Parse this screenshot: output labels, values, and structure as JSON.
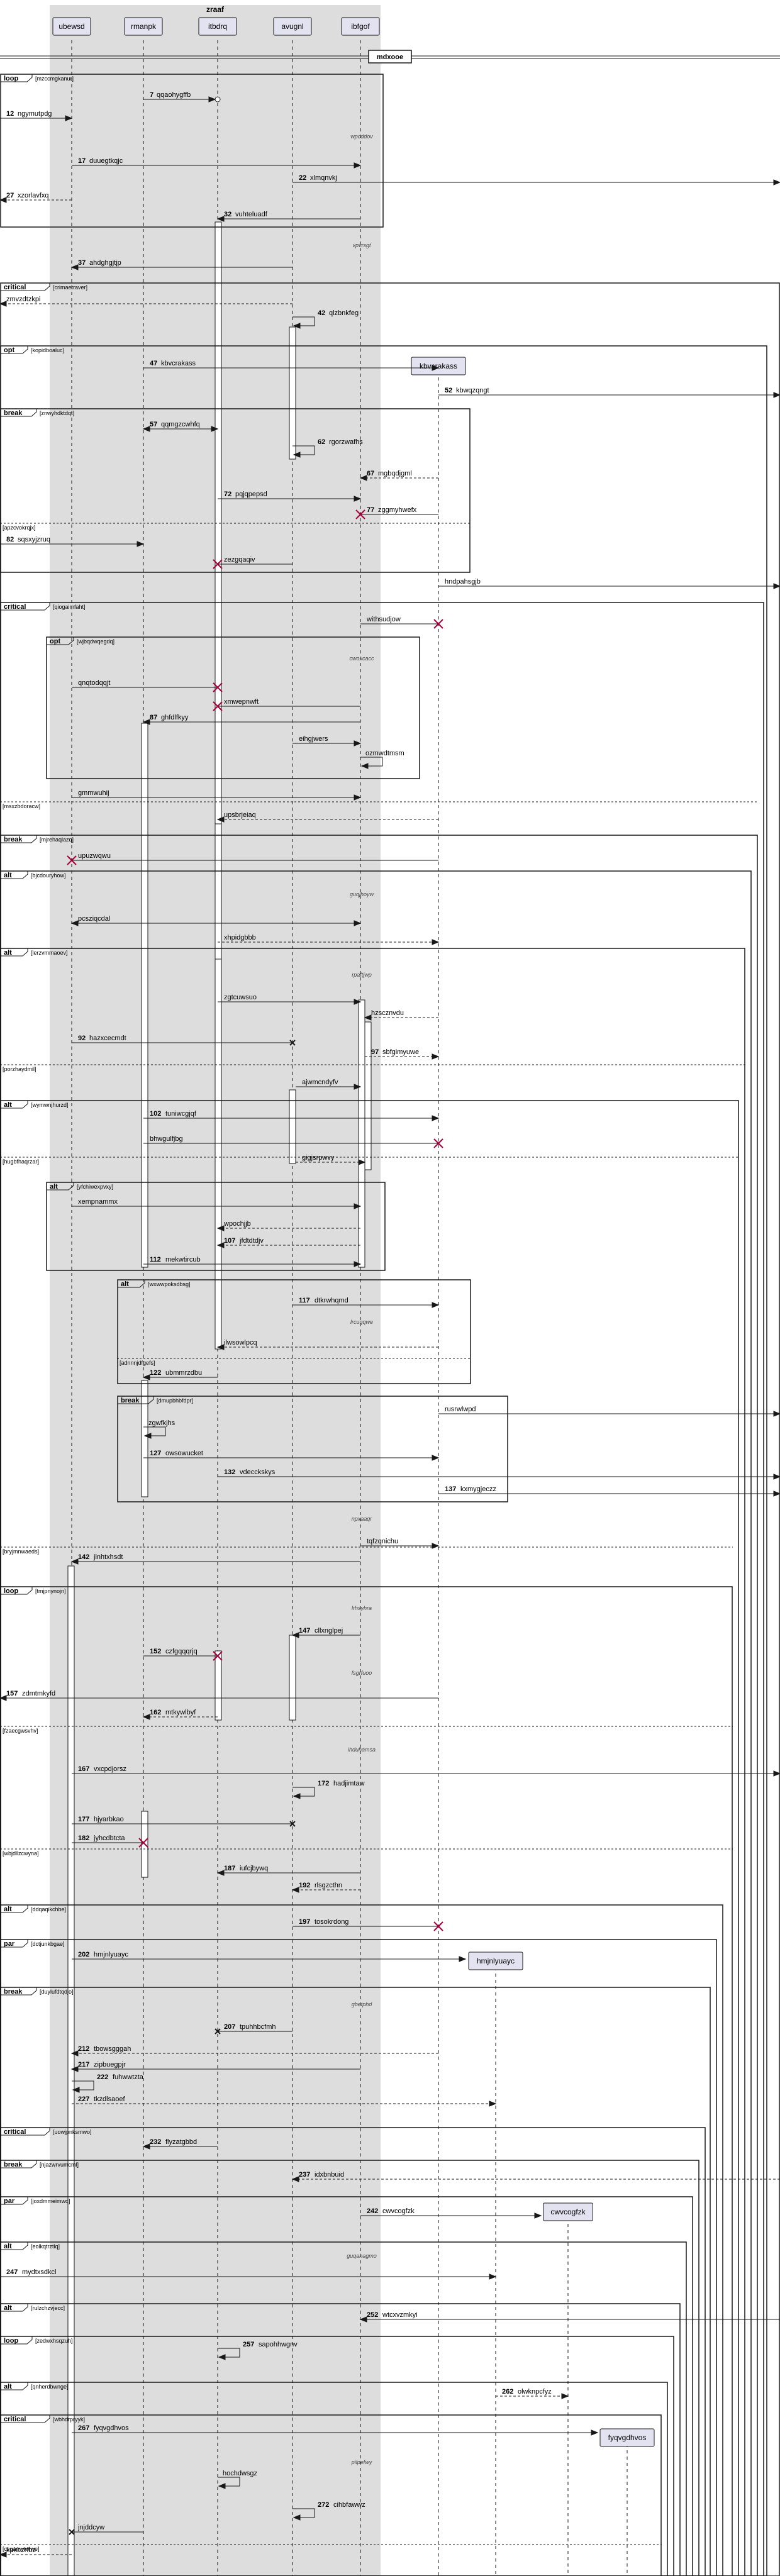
{
  "box_title": "zraaf",
  "divider_label": "mdxooe",
  "colors": {
    "box_fill": "#dddddd",
    "participant_fill": "#e2e2f0",
    "participant_stroke": "#181818",
    "line": "#181818",
    "destroy": "#a80036",
    "activation_fill": "#ffffff"
  },
  "participants": [
    {
      "id": "P1",
      "name": "ubewsd"
    },
    {
      "id": "P2",
      "name": "rmanpk"
    },
    {
      "id": "P3",
      "name": "itbdrq"
    },
    {
      "id": "P4",
      "name": "avugnl"
    },
    {
      "id": "P5",
      "name": "ibfgof"
    },
    {
      "id": "P6",
      "name": "kbvcrakass"
    },
    {
      "id": "P7",
      "name": "hmjnlyuayc"
    },
    {
      "id": "P8",
      "name": "cwvcogfzk"
    },
    {
      "id": "P9",
      "name": "fyqvgdhvos"
    }
  ],
  "messages": [
    {
      "num": "7",
      "text": "qqaohygffb"
    },
    {
      "num": "12",
      "text": "ngymutpdg"
    },
    {
      "num": "",
      "text": "wpcddov"
    },
    {
      "num": "17",
      "text": "duuegtkqjc"
    },
    {
      "num": "22",
      "text": "xlmqnvkj"
    },
    {
      "num": "27",
      "text": "xzorlavfxq"
    },
    {
      "num": "32",
      "text": "vuhteluadf"
    },
    {
      "num": "",
      "text": "vpvrsgt"
    },
    {
      "num": "37",
      "text": "ahdghgjtjp"
    },
    {
      "num": "",
      "text": "zmvzdtzkpi"
    },
    {
      "num": "42",
      "text": "qlzbnkfeg"
    },
    {
      "num": "47",
      "text": "kbvcrakass"
    },
    {
      "num": "52",
      "text": "kbwqzqngt"
    },
    {
      "num": "57",
      "text": "qqmgzcwhfq"
    },
    {
      "num": "62",
      "text": "rgorzwafhs"
    },
    {
      "num": "67",
      "text": "mgbqdjgml"
    },
    {
      "num": "72",
      "text": "pqjqpepsd"
    },
    {
      "num": "77",
      "text": "zggmyhwefx"
    },
    {
      "num": "82",
      "text": "sqsxyjzruq"
    },
    {
      "num": "",
      "text": "zezgqaqiv"
    },
    {
      "num": "",
      "text": "hndpahsgjb"
    },
    {
      "num": "",
      "text": "withsudjow"
    },
    {
      "num": "",
      "text": "cwoxcacc"
    },
    {
      "num": "",
      "text": "qnqtodqqjt"
    },
    {
      "num": "",
      "text": "xmwepnwft"
    },
    {
      "num": "87",
      "text": "ghfdlfkyy"
    },
    {
      "num": "",
      "text": "eihgjwers"
    },
    {
      "num": "",
      "text": "ozmwdtmsm"
    },
    {
      "num": "",
      "text": "gmmwuhij"
    },
    {
      "num": "",
      "text": "upsbrjeiaq"
    },
    {
      "num": "",
      "text": "upuzwqwu"
    },
    {
      "num": "",
      "text": "guqjhoyw"
    },
    {
      "num": "",
      "text": "pcsziqcdal"
    },
    {
      "num": "",
      "text": "xhpidgbbb"
    },
    {
      "num": "",
      "text": "rpaftjwp"
    },
    {
      "num": "",
      "text": "zgtcuwsuo"
    },
    {
      "num": "",
      "text": "hzscznvdu"
    },
    {
      "num": "92",
      "text": "hazxcecmdt"
    },
    {
      "num": "97",
      "text": "sbfgimyuwe"
    },
    {
      "num": "",
      "text": "ajwmcndyfv"
    },
    {
      "num": "102",
      "text": "tuniwcgjqf"
    },
    {
      "num": "",
      "text": "bhwgulfjbg"
    },
    {
      "num": "",
      "text": "gigjsrpwvy"
    },
    {
      "num": "",
      "text": "xempnammx"
    },
    {
      "num": "",
      "text": "wpochjjb"
    },
    {
      "num": "107",
      "text": "jfdtdtdjv"
    },
    {
      "num": "112",
      "text": "mekwtircub"
    },
    {
      "num": "117",
      "text": "dtkrwhqmd"
    },
    {
      "num": "",
      "text": "lrcuqqwe"
    },
    {
      "num": "",
      "text": "ilwsowlpcq"
    },
    {
      "num": "122",
      "text": "ubmmrzdbu"
    },
    {
      "num": "",
      "text": "rusrwlwpd"
    },
    {
      "num": "",
      "text": "zgwfkjhs"
    },
    {
      "num": "127",
      "text": "owsowucket"
    },
    {
      "num": "132",
      "text": "vdecckskys"
    },
    {
      "num": "137",
      "text": "kxmygjeczz"
    },
    {
      "num": "",
      "text": "npxaaqr"
    },
    {
      "num": "",
      "text": "tqfzqnichu"
    },
    {
      "num": "142",
      "text": "jlnhtxhsdt"
    },
    {
      "num": "",
      "text": "lrhsyhra"
    },
    {
      "num": "147",
      "text": "cllxnglpej"
    },
    {
      "num": "152",
      "text": "czfgqqqrjq"
    },
    {
      "num": "",
      "text": "fsgrfuoo"
    },
    {
      "num": "157",
      "text": "zdmtmkyfd"
    },
    {
      "num": "162",
      "text": "mtkywlbyf"
    },
    {
      "num": "",
      "text": "ihduhamsa"
    },
    {
      "num": "167",
      "text": "vxcpdjorsz"
    },
    {
      "num": "172",
      "text": "hadjimtaw"
    },
    {
      "num": "177",
      "text": "hjyarbkao"
    },
    {
      "num": "182",
      "text": "jyhcdbtcta"
    },
    {
      "num": "187",
      "text": "iufcjbywq"
    },
    {
      "num": "192",
      "text": "rlsgzcthn"
    },
    {
      "num": "197",
      "text": "tosokrdong"
    },
    {
      "num": "202",
      "text": "hmjnlyuayc"
    },
    {
      "num": "",
      "text": "gbetphd"
    },
    {
      "num": "207",
      "text": "tpuhhbcfmh"
    },
    {
      "num": "212",
      "text": "tbowsgggah"
    },
    {
      "num": "217",
      "text": "zipbuegpjr"
    },
    {
      "num": "222",
      "text": "fuhwwtzta"
    },
    {
      "num": "227",
      "text": "tkzdlsaoef"
    },
    {
      "num": "232",
      "text": "flyzatgbbd"
    },
    {
      "num": "237",
      "text": "idxbnbuid"
    },
    {
      "num": "242",
      "text": "cwvcogfzk"
    },
    {
      "num": "",
      "text": "guqahagmo"
    },
    {
      "num": "247",
      "text": "mydtxsdkcl"
    },
    {
      "num": "252",
      "text": "wtcxvzmkyi"
    },
    {
      "num": "257",
      "text": "sapohhwgnv"
    },
    {
      "num": "262",
      "text": "olwknpcfyz"
    },
    {
      "num": "267",
      "text": "fyqvgdhvos"
    },
    {
      "num": "",
      "text": "pilpefwy"
    },
    {
      "num": "",
      "text": "hochdwsgz"
    },
    {
      "num": "272",
      "text": "cihbfawwz"
    },
    {
      "num": "",
      "text": "jnjddcyw"
    },
    {
      "num": "",
      "text": "kpkbzrfbz"
    }
  ],
  "fragments": [
    {
      "kind": "loop",
      "label": "[mzccmgkanur]"
    },
    {
      "kind": "critical",
      "label": "[crimaetraver]"
    },
    {
      "kind": "opt",
      "label": "[kopidboaluc]"
    },
    {
      "kind": "break",
      "label": "[znwyhdktdqt]"
    },
    {
      "kind": "else",
      "label": "[apzcvokrqjx]"
    },
    {
      "kind": "critical",
      "label": "[qiogaimfaht]"
    },
    {
      "kind": "opt",
      "label": "[wjbqdwqegdq]"
    },
    {
      "kind": "else",
      "label": "[msxzbdoracw]"
    },
    {
      "kind": "break",
      "label": "[mjrehaqlazq]"
    },
    {
      "kind": "alt",
      "label": "[bjcdouryhow]"
    },
    {
      "kind": "alt",
      "label": "[lerzvmmaoev]"
    },
    {
      "kind": "else",
      "label": "[porzhaydmil]"
    },
    {
      "kind": "alt",
      "label": "[wymwnjhurzd]"
    },
    {
      "kind": "else",
      "label": "[hugbfhaqrzar]"
    },
    {
      "kind": "alt",
      "label": "[yfchiwexpvxy]"
    },
    {
      "kind": "alt",
      "label": "[wxwwpoksdbsg]"
    },
    {
      "kind": "else",
      "label": "[adnnnjdfgefs]"
    },
    {
      "kind": "break",
      "label": "[dmupbhbfdpr]"
    },
    {
      "kind": "else",
      "label": "[bryjmnwaeds]"
    },
    {
      "kind": "loop",
      "label": "[tmjpnynojn]"
    },
    {
      "kind": "else",
      "label": "[fzaecgwsvhv]"
    },
    {
      "kind": "else",
      "label": "[wbjdllzcwyna]"
    },
    {
      "kind": "alt",
      "label": "[ddqaqikchbe]"
    },
    {
      "kind": "par",
      "label": "[dctjunkbgae]"
    },
    {
      "kind": "break",
      "label": "[duylufdtqdjo]"
    },
    {
      "kind": "critical",
      "label": "[uowjpnksmwo]"
    },
    {
      "kind": "break",
      "label": "[njazwrvumcml]"
    },
    {
      "kind": "par",
      "label": "[joxdmmeimwq]"
    },
    {
      "kind": "alt",
      "label": "[eolkqtrztlq]"
    },
    {
      "kind": "alt",
      "label": "[rulzchzvjecc]"
    },
    {
      "kind": "loop",
      "label": "[zedwxhsqzuh]"
    },
    {
      "kind": "alt",
      "label": "[qnherdbwnge]"
    },
    {
      "kind": "critical",
      "label": "[wbhdrpryyk]"
    },
    {
      "kind": "else",
      "label": "[csgamytwiwe]"
    }
  ]
}
